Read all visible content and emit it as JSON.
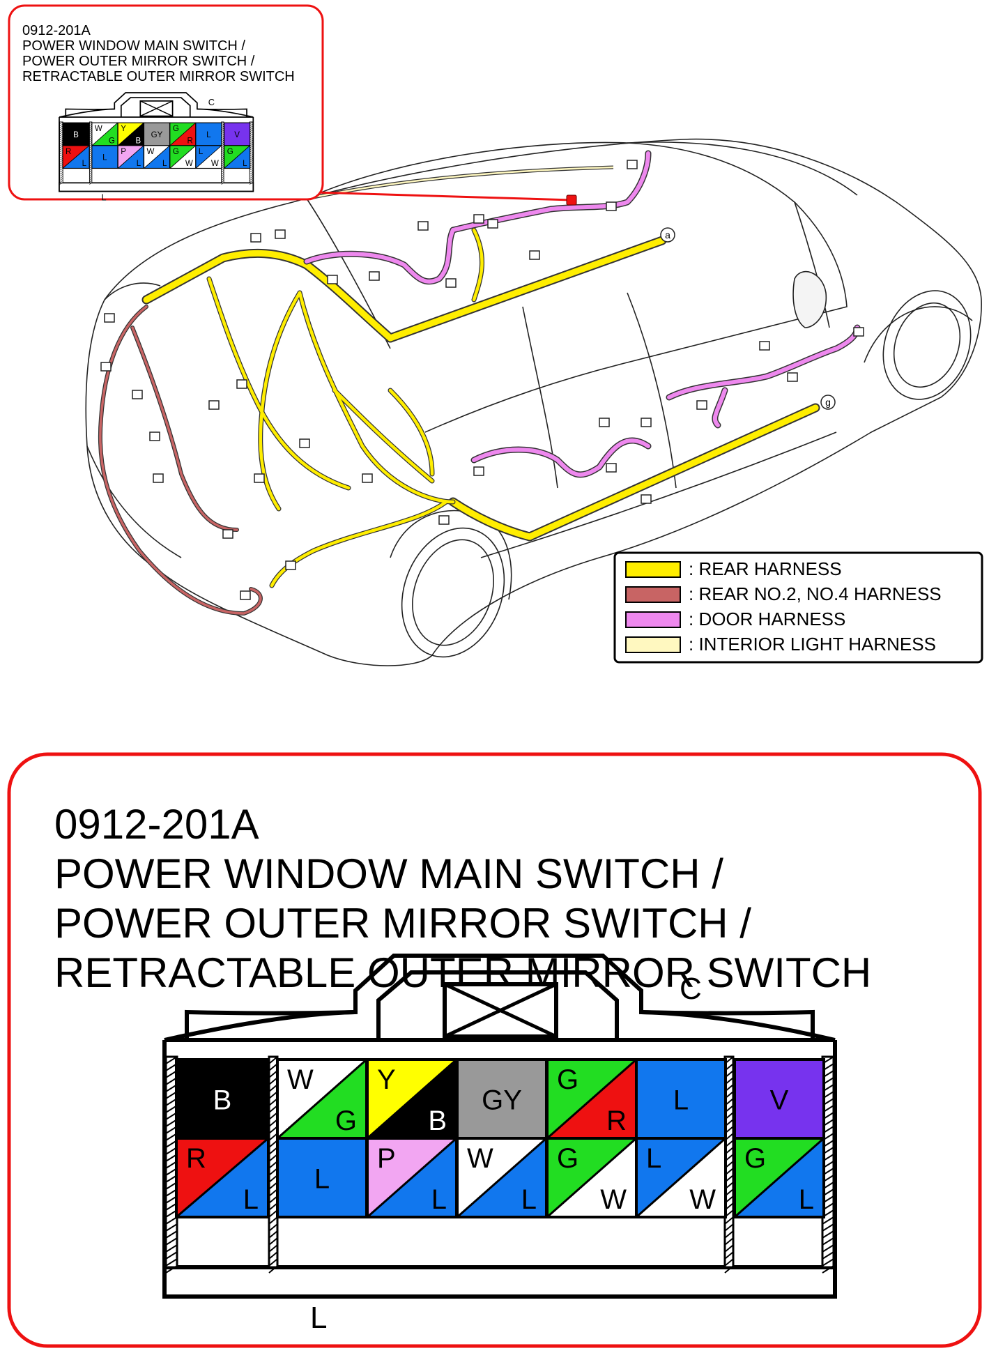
{
  "connector": {
    "code": "0912-201A",
    "title_lines": [
      "POWER WINDOW MAIN SWITCH /",
      "POWER OUTER MIRROR SWITCH /",
      "RETRACTABLE OUTER MIRROR SWITCH"
    ],
    "label_top": "C",
    "label_bottom": "L",
    "pins_top": [
      {
        "c1": "B",
        "c2": "",
        "fill1": "#000000",
        "fill2": "#000000",
        "text1": "#ffffff",
        "text2": "#ffffff"
      },
      {
        "c1": "W",
        "c2": "G",
        "fill1": "#ffffff",
        "fill2": "#22dd22",
        "text1": "#000000",
        "text2": "#000000"
      },
      {
        "c1": "Y",
        "c2": "B",
        "fill1": "#ffff00",
        "fill2": "#000000",
        "text1": "#000000",
        "text2": "#ffffff"
      },
      {
        "c1": "GY",
        "c2": "",
        "fill1": "#999999",
        "fill2": "#999999",
        "text1": "#000000",
        "text2": "#000000"
      },
      {
        "c1": "G",
        "c2": "R",
        "fill1": "#22dd22",
        "fill2": "#ee1111",
        "text1": "#000000",
        "text2": "#000000"
      },
      {
        "c1": "L",
        "c2": "",
        "fill1": "#1177ee",
        "fill2": "#1177ee",
        "text1": "#000000",
        "text2": "#000000"
      },
      {
        "c1": "V",
        "c2": "",
        "fill1": "#7733ee",
        "fill2": "#7733ee",
        "text1": "#000000",
        "text2": "#000000"
      }
    ],
    "pins_bottom": [
      {
        "c1": "R",
        "c2": "L",
        "fill1": "#ee1111",
        "fill2": "#1177ee",
        "text1": "#000000",
        "text2": "#000000"
      },
      {
        "c1": "L",
        "c2": "",
        "fill1": "#1177ee",
        "fill2": "#1177ee",
        "text1": "#000000",
        "text2": "#000000"
      },
      {
        "c1": "P",
        "c2": "L",
        "fill1": "#f2a6f2",
        "fill2": "#1177ee",
        "text1": "#000000",
        "text2": "#000000"
      },
      {
        "c1": "W",
        "c2": "L",
        "fill1": "#ffffff",
        "fill2": "#1177ee",
        "text1": "#000000",
        "text2": "#000000"
      },
      {
        "c1": "G",
        "c2": "W",
        "fill1": "#22dd22",
        "fill2": "#ffffff",
        "text1": "#000000",
        "text2": "#000000"
      },
      {
        "c1": "L",
        "c2": "W",
        "fill1": "#1177ee",
        "fill2": "#ffffff",
        "text1": "#000000",
        "text2": "#000000"
      },
      {
        "c1": "G",
        "c2": "L",
        "fill1": "#22dd22",
        "fill2": "#1177ee",
        "text1": "#000000",
        "text2": "#000000"
      }
    ]
  },
  "legend": [
    {
      "color": "#ffee00",
      "label": ": REAR HARNESS"
    },
    {
      "color": "#c86464",
      "label": ": REAR NO.2, NO.4 HARNESS"
    },
    {
      "color": "#ee88ee",
      "label": ": DOOR HARNESS"
    },
    {
      "color": "#fff8c0",
      "label": ": INTERIOR LIGHT HARNESS"
    }
  ],
  "harness_callouts": [
    "a",
    "g"
  ],
  "colors": {
    "highlight_red": "#ee1111",
    "rear_harness": "#ffee00",
    "rear_no2_harness": "#c86464",
    "door_harness": "#ee88ee",
    "interior_light_harness": "#fff8c0"
  }
}
